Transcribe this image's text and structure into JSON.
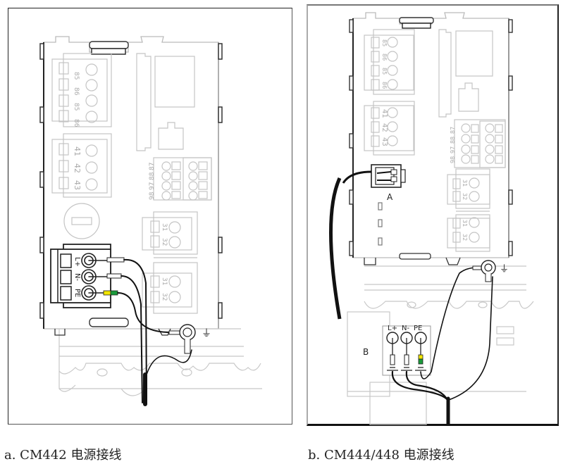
{
  "figures": [
    {
      "id": "a",
      "caption": "a. CM442 电源接线",
      "terminal_labels": {
        "relay_block": [
          "85",
          "86",
          "85",
          "86"
        ],
        "alarm_block": [
          "41",
          "42",
          "43"
        ],
        "digital_block": [
          "98",
          "97",
          "88",
          "87"
        ],
        "out_block_1": [
          "31",
          "32"
        ],
        "out_block_2": [
          "31",
          "32"
        ],
        "power_block": [
          "L+",
          "N-",
          "PE"
        ]
      },
      "ground_symbol": "⏚"
    },
    {
      "id": "b",
      "caption": "b. CM444/448 电源接线",
      "terminal_labels": {
        "relay_block": [
          "85",
          "86",
          "85",
          "86"
        ],
        "alarm_block": [
          "41",
          "42",
          "43"
        ],
        "digital_block": [
          "98",
          "97",
          "88",
          "87"
        ],
        "out_block_1": [
          "31",
          "32"
        ],
        "out_block_2": [
          "31",
          "32"
        ],
        "power_block": [
          "L+",
          "N-",
          "PE"
        ]
      },
      "callouts": [
        "A",
        "B"
      ],
      "ground_symbol": "⏚"
    }
  ],
  "colors": {
    "outline_dark": "#222222",
    "outline_light": "#c8c8c8",
    "pe_yellow": "#f2e600",
    "pe_green": "#1a9a3a",
    "cable": "#111111"
  }
}
